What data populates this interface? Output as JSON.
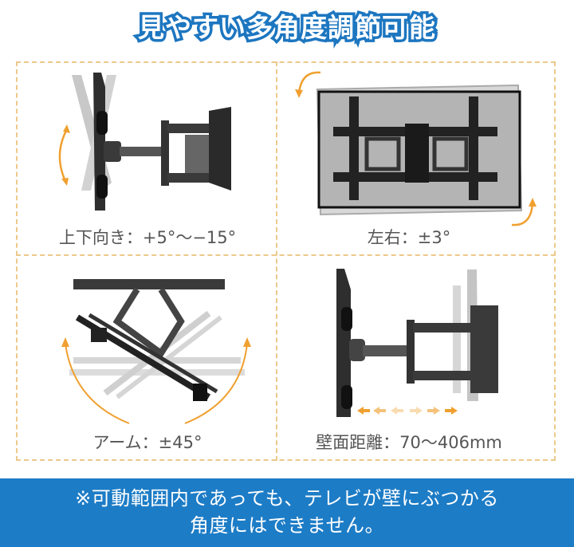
{
  "title": "見やすい多角度調節可能",
  "panels": [
    {
      "id": "tilt",
      "label": "上下向き：+5°～−15°"
    },
    {
      "id": "swivel-level",
      "label": "左右：±3°"
    },
    {
      "id": "arm",
      "label": "アーム：±45°"
    },
    {
      "id": "wall-distance",
      "label": "壁面距離：70～406mm"
    }
  ],
  "notice": {
    "line1": "※可動範囲内であっても、テレビが壁にぶつかる",
    "line2": "角度にはできません。"
  },
  "colors": {
    "accent_blue": "#1d7cc6",
    "title_outline": "#1d76c0",
    "arrow_orange": "#f0a030",
    "grid_dash": "#ecc98b",
    "caption_gray": "#555555"
  }
}
